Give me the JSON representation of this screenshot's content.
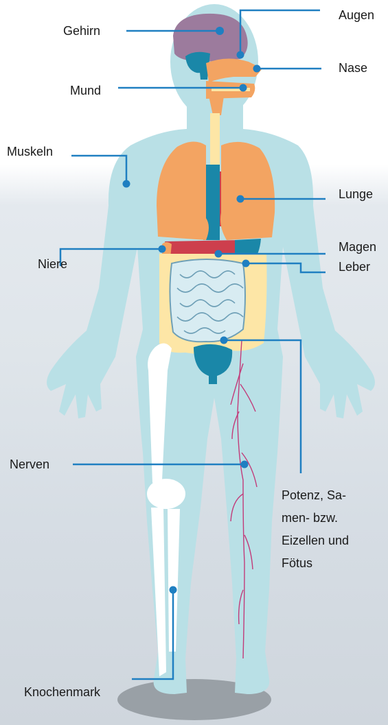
{
  "labels": {
    "gehirn": "Gehirn",
    "augen": "Augen",
    "nase": "Nase",
    "mund": "Mund",
    "muskeln": "Muskeln",
    "lunge": "Lunge",
    "magen": "Magen",
    "niere": "Niere",
    "leber": "Leber",
    "nerven": "Nerven",
    "potenz_line1": "Potenz, Sa-",
    "potenz_line2": "men- bzw.",
    "potenz_line3": "Eizellen und",
    "potenz_line4": "Fötus",
    "knochenmark": "Knochenmark"
  },
  "colors": {
    "body": "#b9e0e6",
    "leader": "#1f7fc1",
    "brain": "#9c7b9d",
    "organ_orange": "#f3a462",
    "organ_red": "#cd3f4d",
    "organ_teal": "#1a87a8",
    "intestine_light": "#d8ecf2",
    "intestine_outline": "#6fa0b7",
    "colon": "#fde6a6",
    "nerve": "#c23a79",
    "bone": "#ffffff",
    "shadow": "#8f969c"
  }
}
